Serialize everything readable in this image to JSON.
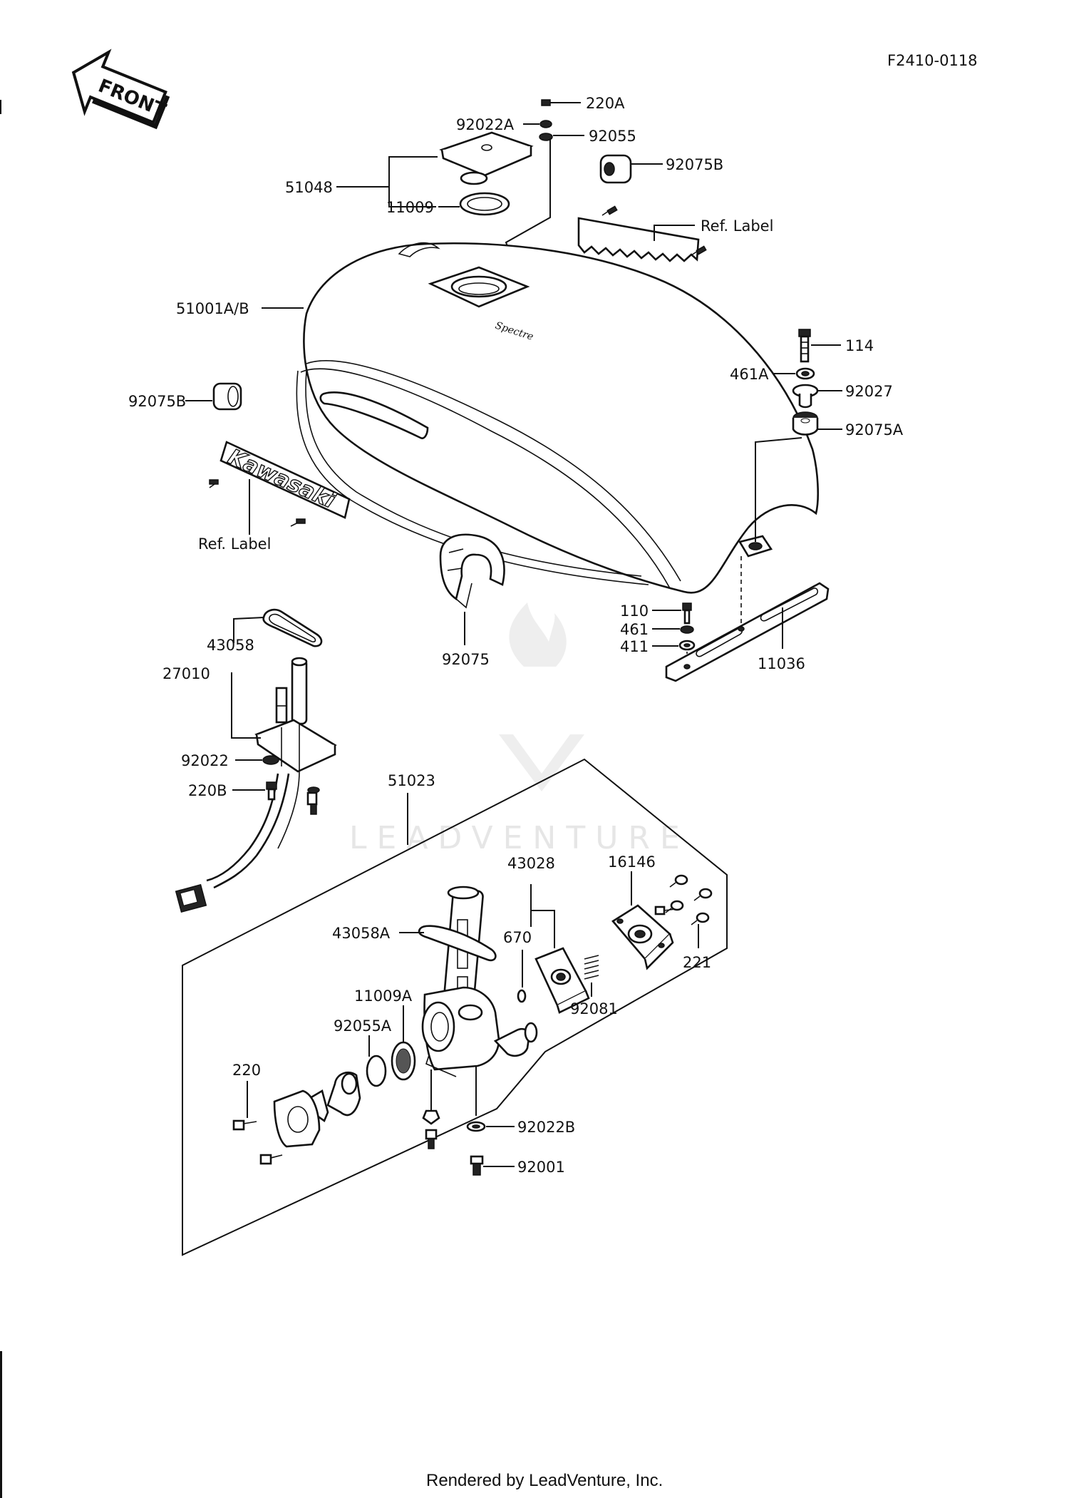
{
  "diagram_code": "F2410-0118",
  "front_arrow": "FRONT",
  "watermark": "LEADVENTURE",
  "brand_label": "Kawasaki",
  "tank_emblem": "Spectre",
  "footer": "Rendered by LeadVenture, Inc.",
  "labels": {
    "p220A": "220A",
    "p92022A": "92022A",
    "p92055": "92055",
    "p92075B_top": "92075B",
    "p51048": "51048",
    "p11009": "11009",
    "ref_label_top": "Ref. Label",
    "p51001AB": "51001A/B",
    "p114": "114",
    "p461A": "461A",
    "p92027": "92027",
    "p92075A": "92075A",
    "p92075B_left": "92075B",
    "ref_label_left": "Ref. Label",
    "p43058": "43058",
    "p27010": "27010",
    "p92075": "92075",
    "p110": "110",
    "p461": "461",
    "p411": "411",
    "p11036": "11036",
    "p92022": "92022",
    "p220B": "220B",
    "p51023": "51023",
    "p43028": "43028",
    "p16146": "16146",
    "p43058A": "43058A",
    "p670": "670",
    "p221": "221",
    "p11009A": "11009A",
    "p92081": "92081",
    "p92055A": "92055A",
    "p220": "220",
    "p92022B": "92022B",
    "p92001": "92001"
  }
}
